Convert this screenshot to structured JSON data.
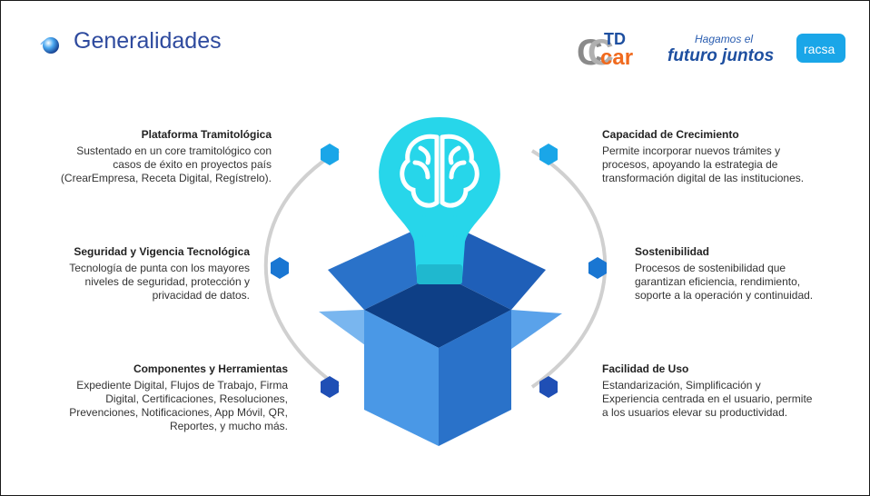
{
  "header": {
    "title": "Generalidades",
    "logo_ctd_top": "TD",
    "logo_ctd_bottom": "car",
    "logo_slogan_top": "Hagamos el",
    "logo_slogan_bottom": "futuro juntos",
    "logo_racsa": "racsa"
  },
  "features_left": [
    {
      "title": "Plataforma Tramitológica",
      "lines": [
        "Sustentado en un core tramitológico con",
        "casos de éxito en proyectos país",
        "(CrearEmpresa, Receta Digital, Regístrelo)."
      ]
    },
    {
      "title": "Seguridad y Vigencia Tecnológica",
      "lines": [
        "Tecnología de punta con los mayores",
        "niveles de seguridad, protección y",
        "privacidad de datos."
      ]
    },
    {
      "title": "Componentes y Herramientas",
      "lines": [
        "Expediente Digital, Flujos de Trabajo, Firma",
        "Digital, Certificaciones, Resoluciones,",
        "Prevenciones, Notificaciones, App Móvil, QR,",
        "Reportes, y mucho más."
      ]
    }
  ],
  "features_right": [
    {
      "title": "Capacidad de Crecimiento",
      "lines": [
        "Permite incorporar nuevos trámites y",
        "procesos, apoyando la estrategia de",
        "transformación digital de las instituciones."
      ]
    },
    {
      "title": "Sostenibilidad",
      "lines": [
        "Procesos de sostenibilidad que",
        "garantizan eficiencia, rendimiento,",
        "soporte a la operación y continuidad."
      ]
    },
    {
      "title": "Facilidad de Uso",
      "lines": [
        "Estandarización, Simplificación y",
        "Experiencia centrada en el usuario, permite",
        "a los usuarios elevar su productividad."
      ]
    }
  ],
  "colors": {
    "title": "#2e4a9e",
    "hex_light": "#1aa6e8",
    "hex_mid": "#1976d2",
    "hex_dark": "#1f4fb5",
    "bulb": "#27d6ea",
    "box_front": "#4a98e6",
    "box_side": "#2a72c9"
  }
}
